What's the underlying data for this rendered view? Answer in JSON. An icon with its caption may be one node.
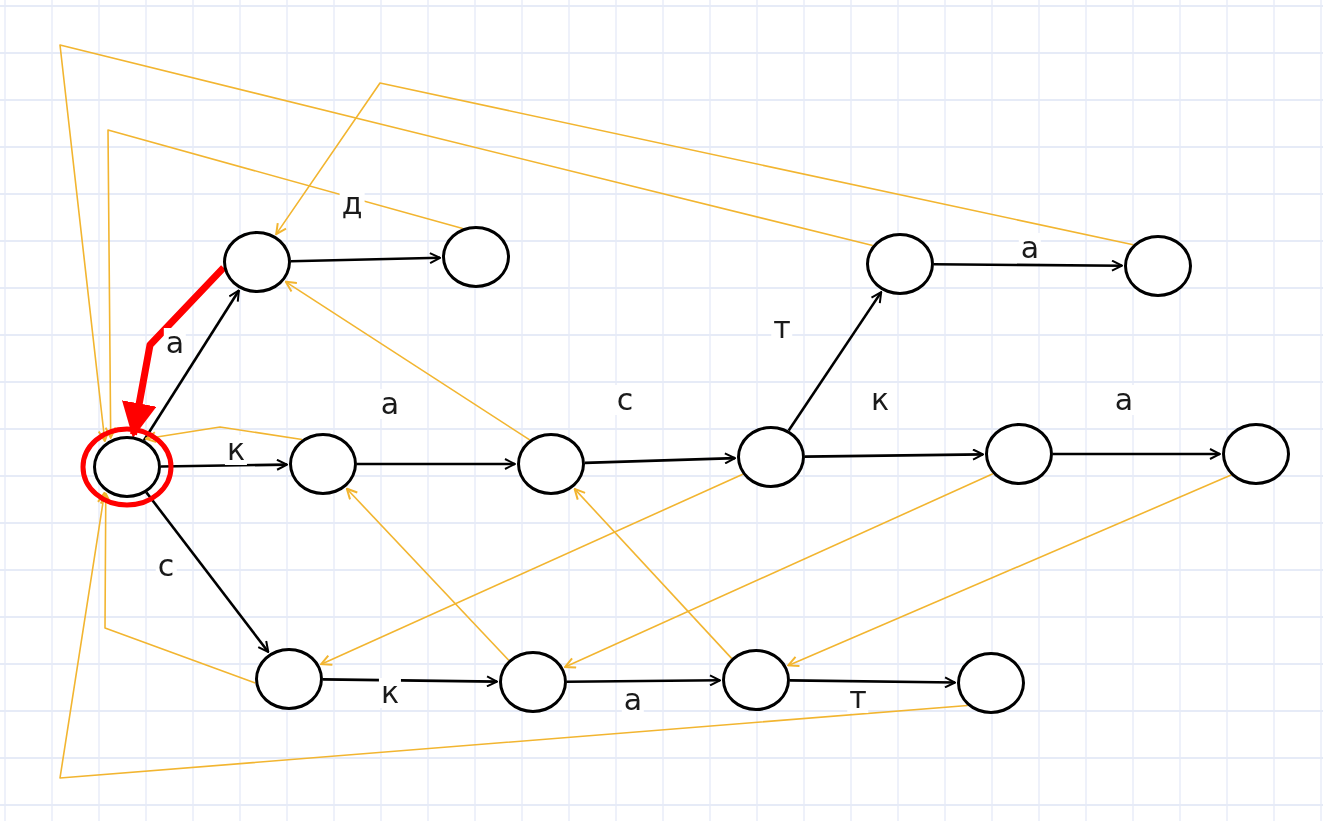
{
  "diagram": {
    "nodes": [
      {
        "text": [],
        "shape": "circle"
      },
      {
        "text": [],
        "shape": "circle"
      },
      {
        "text": [],
        "shape": "circle"
      },
      {
        "text": [],
        "shape": "circle"
      },
      {
        "text": [],
        "shape": "circle"
      },
      {
        "text": [],
        "shape": "circle"
      },
      {
        "text": [],
        "shape": "circle"
      },
      {
        "text": [],
        "shape": "circle"
      },
      {
        "text": [],
        "shape": "circle"
      },
      {
        "text": [],
        "shape": "circle"
      },
      {
        "text": [],
        "shape": "circle"
      },
      {
        "text": [],
        "shape": "circle"
      },
      {
        "text": [],
        "shape": "circle"
      },
      {
        "text": [],
        "shape": "circle"
      }
    ],
    "edges": [
      {
        "from": 0,
        "to": 1,
        "arrow": "to",
        "label": "а"
      },
      {
        "from": 1,
        "to": 2,
        "arrow": "to",
        "label": "д"
      },
      {
        "from": 0,
        "to": 3,
        "arrow": "to",
        "label": "к"
      },
      {
        "from": 3,
        "to": 4,
        "arrow": "to",
        "label": "а"
      },
      {
        "from": 4,
        "to": 5,
        "arrow": "to",
        "label": "с"
      },
      {
        "from": 5,
        "to": 6,
        "arrow": "to",
        "label": "т"
      },
      {
        "from": 6,
        "to": 7,
        "arrow": "to",
        "label": "а"
      },
      {
        "from": 5,
        "to": 8,
        "arrow": "to",
        "label": "к"
      },
      {
        "from": 8,
        "to": 9,
        "arrow": "to",
        "label": "а"
      },
      {
        "from": 0,
        "to": 10,
        "arrow": "to",
        "label": "с"
      },
      {
        "from": 10,
        "to": 11,
        "arrow": "to",
        "label": "к"
      },
      {
        "from": 11,
        "to": 12,
        "arrow": "to",
        "label": "а"
      },
      {
        "from": 12,
        "to": 13,
        "arrow": "to",
        "label": "т"
      },
      {
        "from": 1,
        "to": 0,
        "arrow": "to",
        "style": "thick",
        "color": "#ff0000"
      },
      {
        "from": 2,
        "to": 0,
        "arrow": "to",
        "color": "#f2b530"
      },
      {
        "from": 6,
        "to": 0,
        "arrow": "to",
        "color": "#f2b530"
      },
      {
        "from": 7,
        "to": 1,
        "arrow": "to",
        "color": "#f2b530"
      },
      {
        "from": 3,
        "to": 0,
        "arrow": "to",
        "color": "#f2b530"
      },
      {
        "from": 4,
        "to": 1,
        "arrow": "to",
        "color": "#f2b530"
      },
      {
        "from": 5,
        "to": 10,
        "arrow": "to",
        "color": "#f2b530"
      },
      {
        "from": 8,
        "to": 11,
        "arrow": "to",
        "color": "#f2b530"
      },
      {
        "from": 9,
        "to": 12,
        "arrow": "to",
        "color": "#f2b530"
      },
      {
        "from": 10,
        "to": 0,
        "arrow": "to",
        "color": "#f2b530"
      },
      {
        "from": 11,
        "to": 3,
        "arrow": "to",
        "color": "#f2b530"
      },
      {
        "from": 12,
        "to": 4,
        "arrow": "to",
        "color": "#f2b530"
      },
      {
        "from": 13,
        "to": 0,
        "arrow": "to",
        "color": "#f2b530"
      }
    ]
  }
}
